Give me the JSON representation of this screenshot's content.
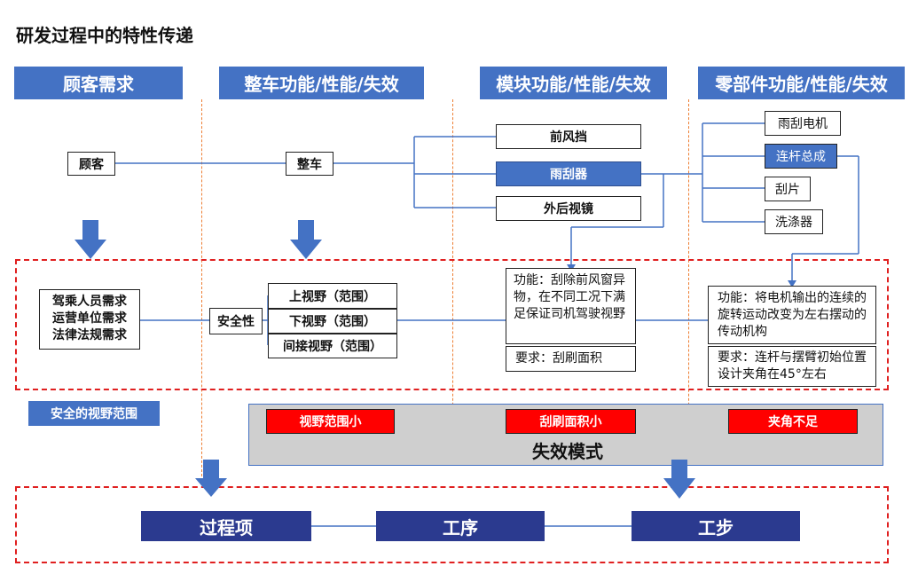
{
  "title": "研发过程中的特性传递",
  "headers": {
    "customer": "顾客需求",
    "vehicle": "整车功能/性能/失效",
    "module": "模块功能/性能/失效",
    "part": "零部件功能/性能/失效"
  },
  "nodes": {
    "customer": "顾客",
    "vehicle": "整车",
    "windshield": "前风挡",
    "wiper": "雨刮器",
    "mirror": "外后视镜",
    "motor": "雨刮电机",
    "linkage": "连杆总成",
    "blade": "刮片",
    "washer": "洗涤器"
  },
  "requirements": {
    "lines": [
      "驾乘人员需求",
      "运营单位需求",
      "法律法规需求"
    ],
    "safety": "安全性",
    "upper_view": "上视野（范围）",
    "lower_view": "下视野（范围）",
    "indirect_view": "间接视野（范围）",
    "wiper_function": "功能：刮除前风窗异物，在不同工况下满足保证司机驾驶视野",
    "wiper_requirement": "要求：刮刷面积",
    "linkage_function": "功能：将电机输出的连续的旋转运动改变为左右摆动的传动机构",
    "linkage_requirement": "要求：连杆与摆臂初始位置设计夹角在45°左右"
  },
  "safe_view_badge": "安全的视野范围",
  "failure": {
    "small_view": "视野范围小",
    "small_area": "刮刷面积小",
    "angle_short": "夹角不足",
    "label": "失效模式"
  },
  "process": {
    "item": "过程项",
    "operation": "工序",
    "step": "工步"
  },
  "colors": {
    "header_blue": "#4472C4",
    "navy": "#2B3A8F",
    "failure_red": "#FF0000",
    "dashed_red": "#E02020",
    "divider_orange": "#ED7D31",
    "gray_panel": "#CFCFCF"
  }
}
